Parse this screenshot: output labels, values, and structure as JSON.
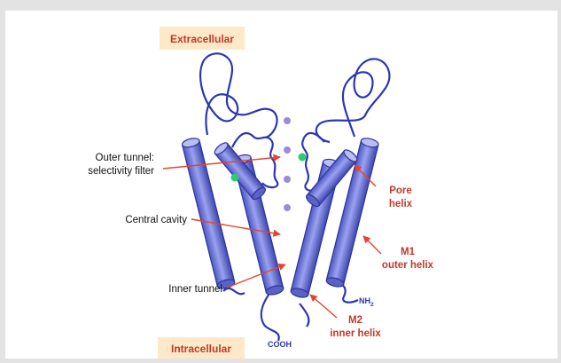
{
  "regions": {
    "extracellular": "Extracellular",
    "intracellular": "Intracellular"
  },
  "labels": {
    "outer_tunnel_line1": "Outer tunnel:",
    "outer_tunnel_line2": "selectivity filter",
    "central_cavity": "Central cavity",
    "inner_tunnel": "Inner tunnel",
    "pore_helix_line1": "Pore",
    "pore_helix_line2": "helix",
    "m1_line1": "M1",
    "m1_line2": "outer helix",
    "m2_line1": "M2",
    "m2_line2": "inner helix"
  },
  "termini": {
    "n_terminus": "NH",
    "n_terminus_subscript": "2",
    "c_terminus": "COOH"
  },
  "colors": {
    "background": "#e3e3e3",
    "panel": "#ffffff",
    "region_box": "#fde9c8",
    "region_text": "#c0392b",
    "helix_fill": "#7e86e0",
    "helix_stroke": "#2c3596",
    "loop": "#2a36b3",
    "arrow": "#e8432a",
    "annotation_red": "#c0392b",
    "ion": "#9c8ad8",
    "green_ion": "#2ecc71",
    "terminus_text": "#2a36b3"
  }
}
